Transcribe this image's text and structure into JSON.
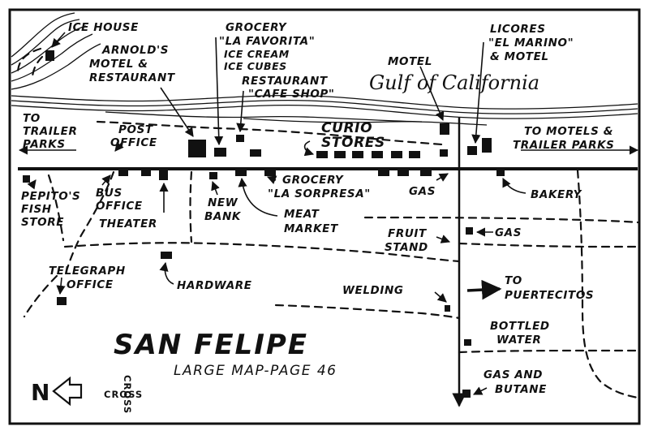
{
  "map": {
    "title": "SAN FELIPE",
    "subtitle": "LARGE MAP-PAGE 46",
    "water_label": "Gulf of California",
    "north_label": "N",
    "cross_label": "CROSS",
    "labels": {
      "ice_house": "ICE HOUSE",
      "arnolds": [
        "ARNOLD'S",
        "MOTEL &",
        "RESTAURANT"
      ],
      "grocery_favorita": [
        "GROCERY",
        "\"LA FAVORITA\"",
        "ICE CREAM",
        "ICE CUBES"
      ],
      "restaurant_cafe": [
        "RESTAURANT",
        "\"CAFE SHOP\""
      ],
      "motel": "MOTEL",
      "licores": [
        "LICORES",
        "\"EL MARINO\"",
        "& MOTEL"
      ],
      "to_trailer_parks": [
        "TO",
        "TRAILER",
        "PARKS"
      ],
      "post_office": [
        "POST",
        "OFFICE"
      ],
      "curio_stores": [
        "CURIO",
        "STORES"
      ],
      "to_motels": [
        "TO MOTELS &",
        "TRAILER PARKS"
      ],
      "pepitos": [
        "PEPITO'S",
        "FISH",
        "STORE"
      ],
      "bus_office": [
        "BUS",
        "OFFICE"
      ],
      "theater": "THEATER",
      "new_bank": [
        "NEW",
        "BANK"
      ],
      "grocery_sorpresa": [
        "GROCERY",
        "\"LA SORPRESA\""
      ],
      "meat_market": [
        "MEAT",
        "MARKET"
      ],
      "gas_1": "GAS",
      "bakery": "BAKERY",
      "fruit_stand": [
        "FRUIT",
        "STAND"
      ],
      "gas_2": "GAS",
      "telegraph_office": [
        "TELEGRAPH",
        "OFFICE"
      ],
      "hardware": "HARDWARE",
      "welding": "WELDING",
      "to_puertecitos": [
        "TO",
        "PUERTECITOS"
      ],
      "bottled_water": [
        "BOTTLED",
        "WATER"
      ],
      "gas_butane": [
        "GAS AND",
        "BUTANE"
      ]
    }
  }
}
